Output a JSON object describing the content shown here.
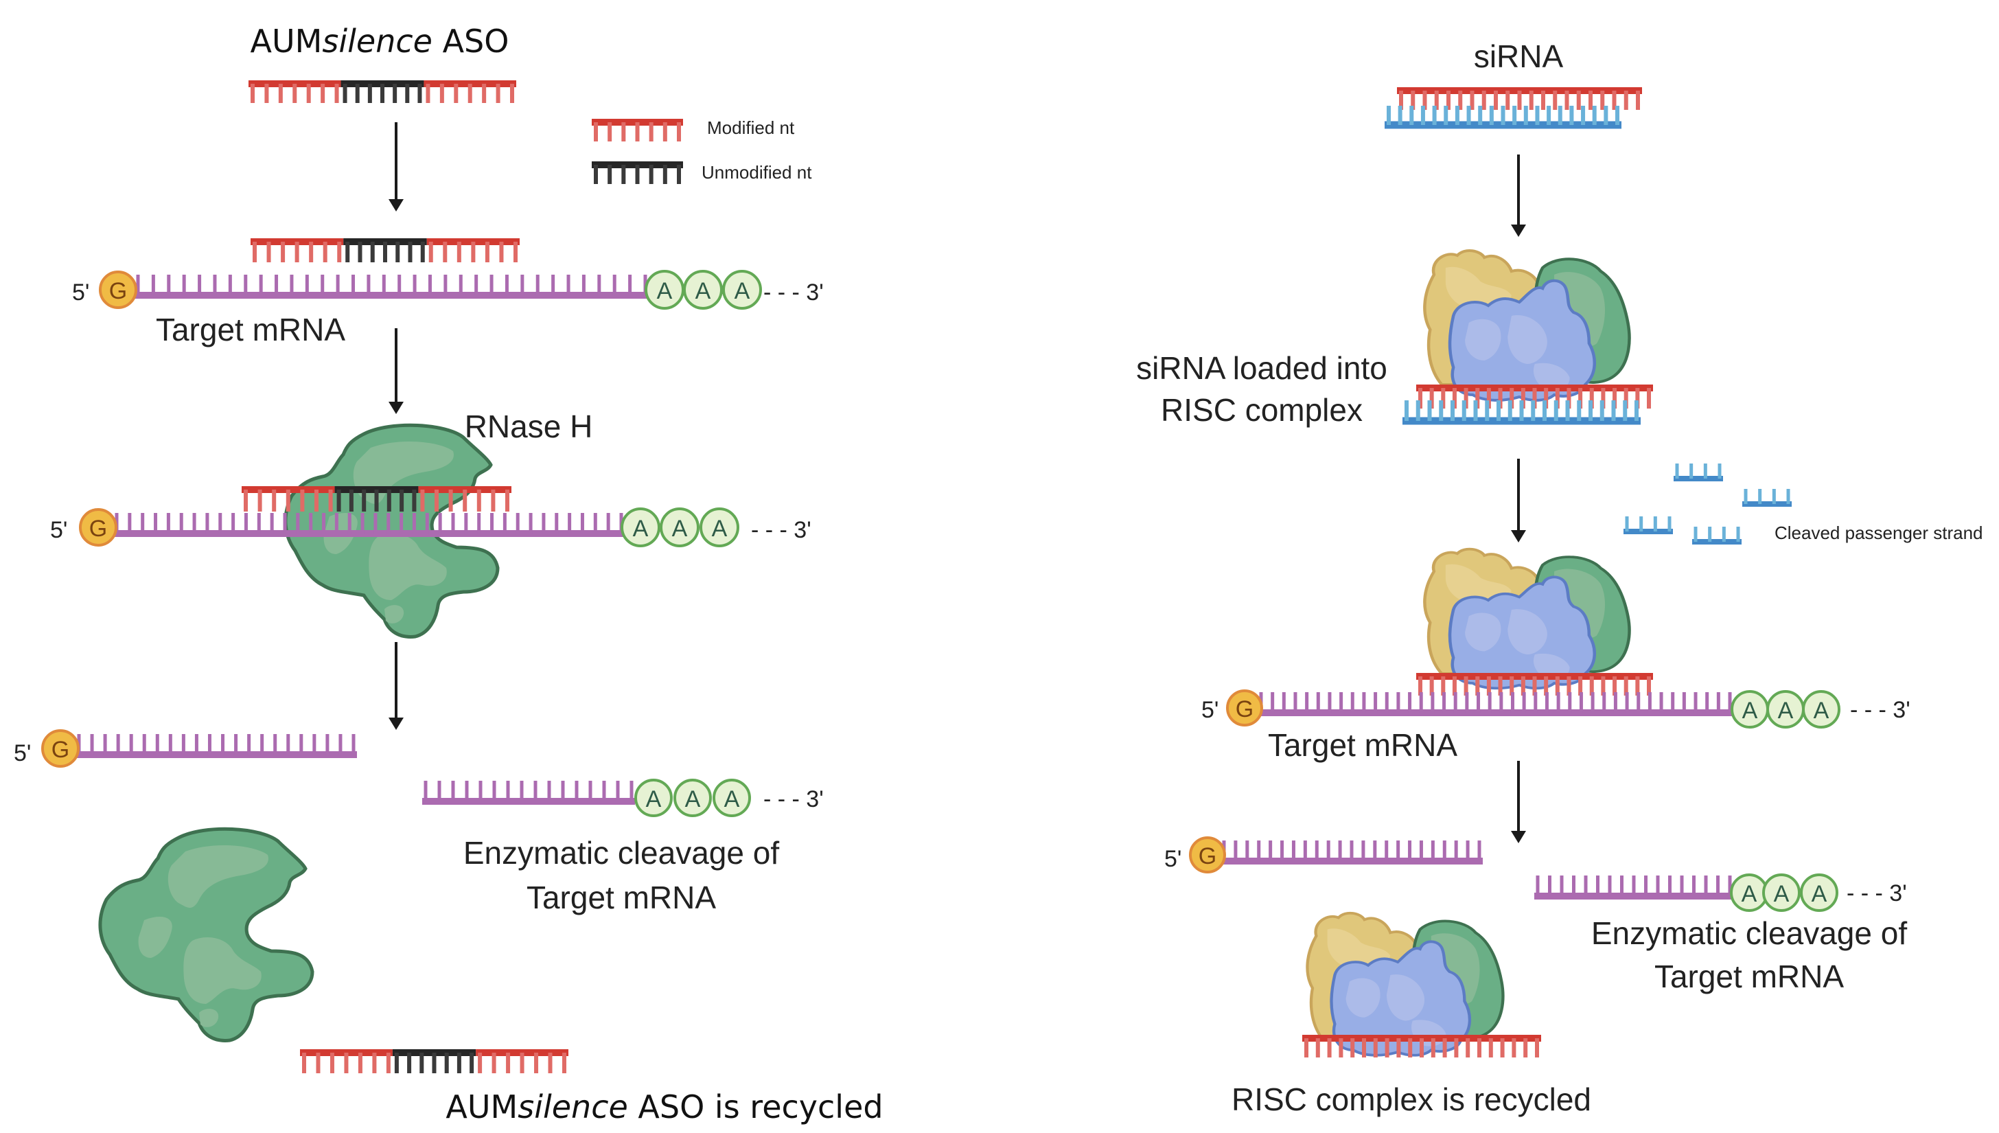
{
  "colors": {
    "modified": "#d23a31",
    "modified_tick": "#e06b66",
    "unmodified": "#262626",
    "unmodified_tick": "#3a3a3a",
    "mrna": "#ab6bb0",
    "passenger": "#4389c8",
    "passenger_tick": "#6ab2d9",
    "cap_fill": "#f0bb45",
    "cap_stroke": "#e08a3a",
    "cap_text": "#7a4310",
    "polya_fill": "#e6f2d3",
    "polya_stroke": "#63a955",
    "polya_text": "#2e5b47",
    "rnaseh_fill": "#6aaf86",
    "rnaseh_light": "#8bbb98",
    "rnaseh_stroke": "#3e7150",
    "risc_yellow": "#e0c77b",
    "risc_yellow_stroke": "#c9a55b",
    "risc_blue": "#98aee6",
    "risc_blue_stroke": "#5c7cc4",
    "risc_green": "#6aaf86",
    "risc_green_stroke": "#3e7150",
    "arrow": "#1a1a1a"
  },
  "left_panel": {
    "title": {
      "prefix": "AUM",
      "italic": "silence",
      "suffix": " ASO"
    },
    "legend": [
      {
        "label": "Modified nt",
        "type": "modified"
      },
      {
        "label": "Unmodified nt",
        "type": "unmodified"
      }
    ],
    "five_prime": "5'",
    "three_prime": "- - - 3'",
    "cap_letter": "G",
    "polya_letter": "A",
    "target_mrna_label": "Target mRNA",
    "enzyme_label": "RNase H",
    "cleavage_label_line1": "Enzymatic cleavage of",
    "cleavage_label_line2": "Target mRNA",
    "recycled": {
      "prefix": "AUM",
      "italic": "silence",
      "suffix": " ASO is recycled"
    }
  },
  "right_panel": {
    "title": "siRNA",
    "loaded_label_line1": "siRNA loaded into",
    "loaded_label_line2": "RISC complex",
    "passenger_label": "Cleaved passenger strand",
    "five_prime": "5'",
    "three_prime": "- - - 3'",
    "cap_letter": "G",
    "polya_letter": "A",
    "target_mrna_label": "Target mRNA",
    "cleavage_label_line1": "Enzymatic cleavage of",
    "cleavage_label_line2": "Target mRNA",
    "recycled_label": "RISC complex is recycled"
  }
}
